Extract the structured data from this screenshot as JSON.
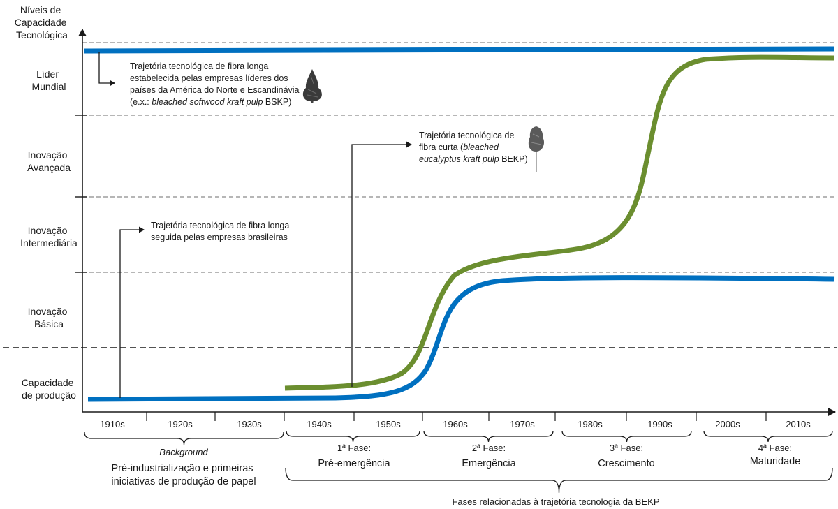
{
  "colors": {
    "blue": "#0070c0",
    "green": "#6b8e2f",
    "text": "#1a1a1a",
    "dash": "#8a8a8a"
  },
  "y_axis": {
    "title": [
      "Níveis de",
      "Capacidade",
      "Tecnológica"
    ],
    "levels": [
      {
        "id": "lider",
        "lines": [
          "Líder",
          "Mundial"
        ]
      },
      {
        "id": "avancada",
        "lines": [
          "Inovação",
          "Avançada"
        ]
      },
      {
        "id": "intermediaria",
        "lines": [
          "Inovação",
          "Intermediária"
        ]
      },
      {
        "id": "basica",
        "lines": [
          "Inovação",
          "Básica"
        ]
      },
      {
        "id": "producao",
        "lines": [
          "Capacidade",
          "de produção"
        ]
      }
    ]
  },
  "decades": [
    "1910s",
    "1920s",
    "1930s",
    "1940s",
    "1950s",
    "1960s",
    "1970s",
    "1980s",
    "1990s",
    "2000s",
    "2010s"
  ],
  "annotations": {
    "world_leader": {
      "lines": [
        [
          {
            "t": "Trajetória tecnológica de fibra longa",
            "i": false
          }
        ],
        [
          {
            "t": "estabelecida pelas empresas líderes dos",
            "i": false
          }
        ],
        [
          {
            "t": "países da América do Norte e Escandinávia",
            "i": false
          }
        ],
        [
          {
            "t": "(e.x.: ",
            "i": false
          },
          {
            "t": "bleached softwood kraft pulp",
            "i": true
          },
          {
            "t": " BSKP)",
            "i": false
          }
        ]
      ]
    },
    "short_fiber": {
      "lines": [
        [
          {
            "t": "Trajetória tecnológica de",
            "i": false
          }
        ],
        [
          {
            "t": "fibra curta (",
            "i": false
          },
          {
            "t": "bleached",
            "i": true
          }
        ],
        [
          {
            "t": "eucalyptus kraft pulp",
            "i": true
          },
          {
            "t": " BEKP)",
            "i": false
          }
        ]
      ]
    },
    "brazil": {
      "lines": [
        [
          {
            "t": "Trajetória tecnológica de fibra longa",
            "i": false
          }
        ],
        [
          {
            "t": "seguida pelas empresas brasileiras",
            "i": false
          }
        ]
      ]
    }
  },
  "phases": {
    "background_label": "Background",
    "background_desc": [
      "Pré-industrialização e primeiras",
      "iniciativas de produção de papel"
    ],
    "phase1": {
      "label": "1ª Fase:",
      "name": "Pré-emergência"
    },
    "phase2": {
      "label": "2ª Fase:",
      "name": "Emergência"
    },
    "phase3": {
      "label": "3ª Fase:",
      "name": "Crescimento"
    },
    "phase4": {
      "label": "4ª Fase:",
      "name": "Maturidade"
    },
    "bekp_caption": "Fases relacionadas à trajetória tecnologia da BEKP"
  }
}
